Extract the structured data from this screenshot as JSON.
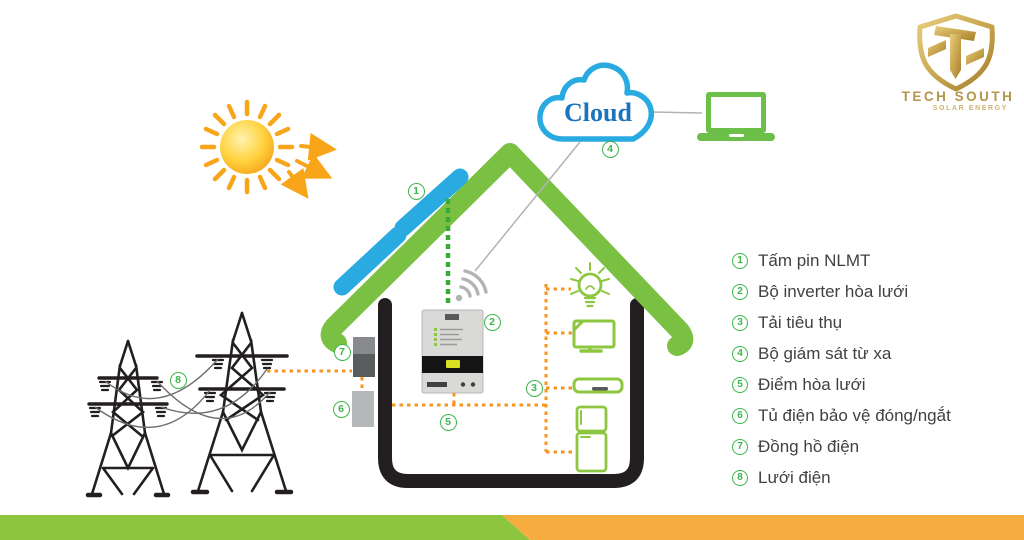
{
  "logo": {
    "name": "TECH SOUTH",
    "tagline": "SOLAR ENERGY"
  },
  "cloud": {
    "label": "Cloud"
  },
  "legend": {
    "items": [
      {
        "num": "1",
        "label": "Tấm pin NLMT"
      },
      {
        "num": "2",
        "label": "Bộ inverter hòa lưới"
      },
      {
        "num": "3",
        "label": "Tải tiêu thụ"
      },
      {
        "num": "4",
        "label": "Bộ giám sát từ xa"
      },
      {
        "num": "5",
        "label": "Điểm hòa lưới"
      },
      {
        "num": "6",
        "label": "Tủ điện bảo vệ đóng/ngắt"
      },
      {
        "num": "7",
        "label": "Đồng hồ điện"
      },
      {
        "num": "8",
        "label": "Lưới điện"
      }
    ]
  },
  "colors": {
    "roof_green": "#7ac143",
    "appliance_green": "#8dc63f",
    "marker_green": "#3cb54a",
    "panel_blue": "#29abe2",
    "cloud_text_blue": "#1c75bc",
    "wire_orange": "#f7941d",
    "sun_orange": "#f9a51a",
    "bar_green": "#8cc63e",
    "bar_orange": "#f7ac3f",
    "text_dark": "#414042",
    "logo_gold": "#b5954a"
  }
}
